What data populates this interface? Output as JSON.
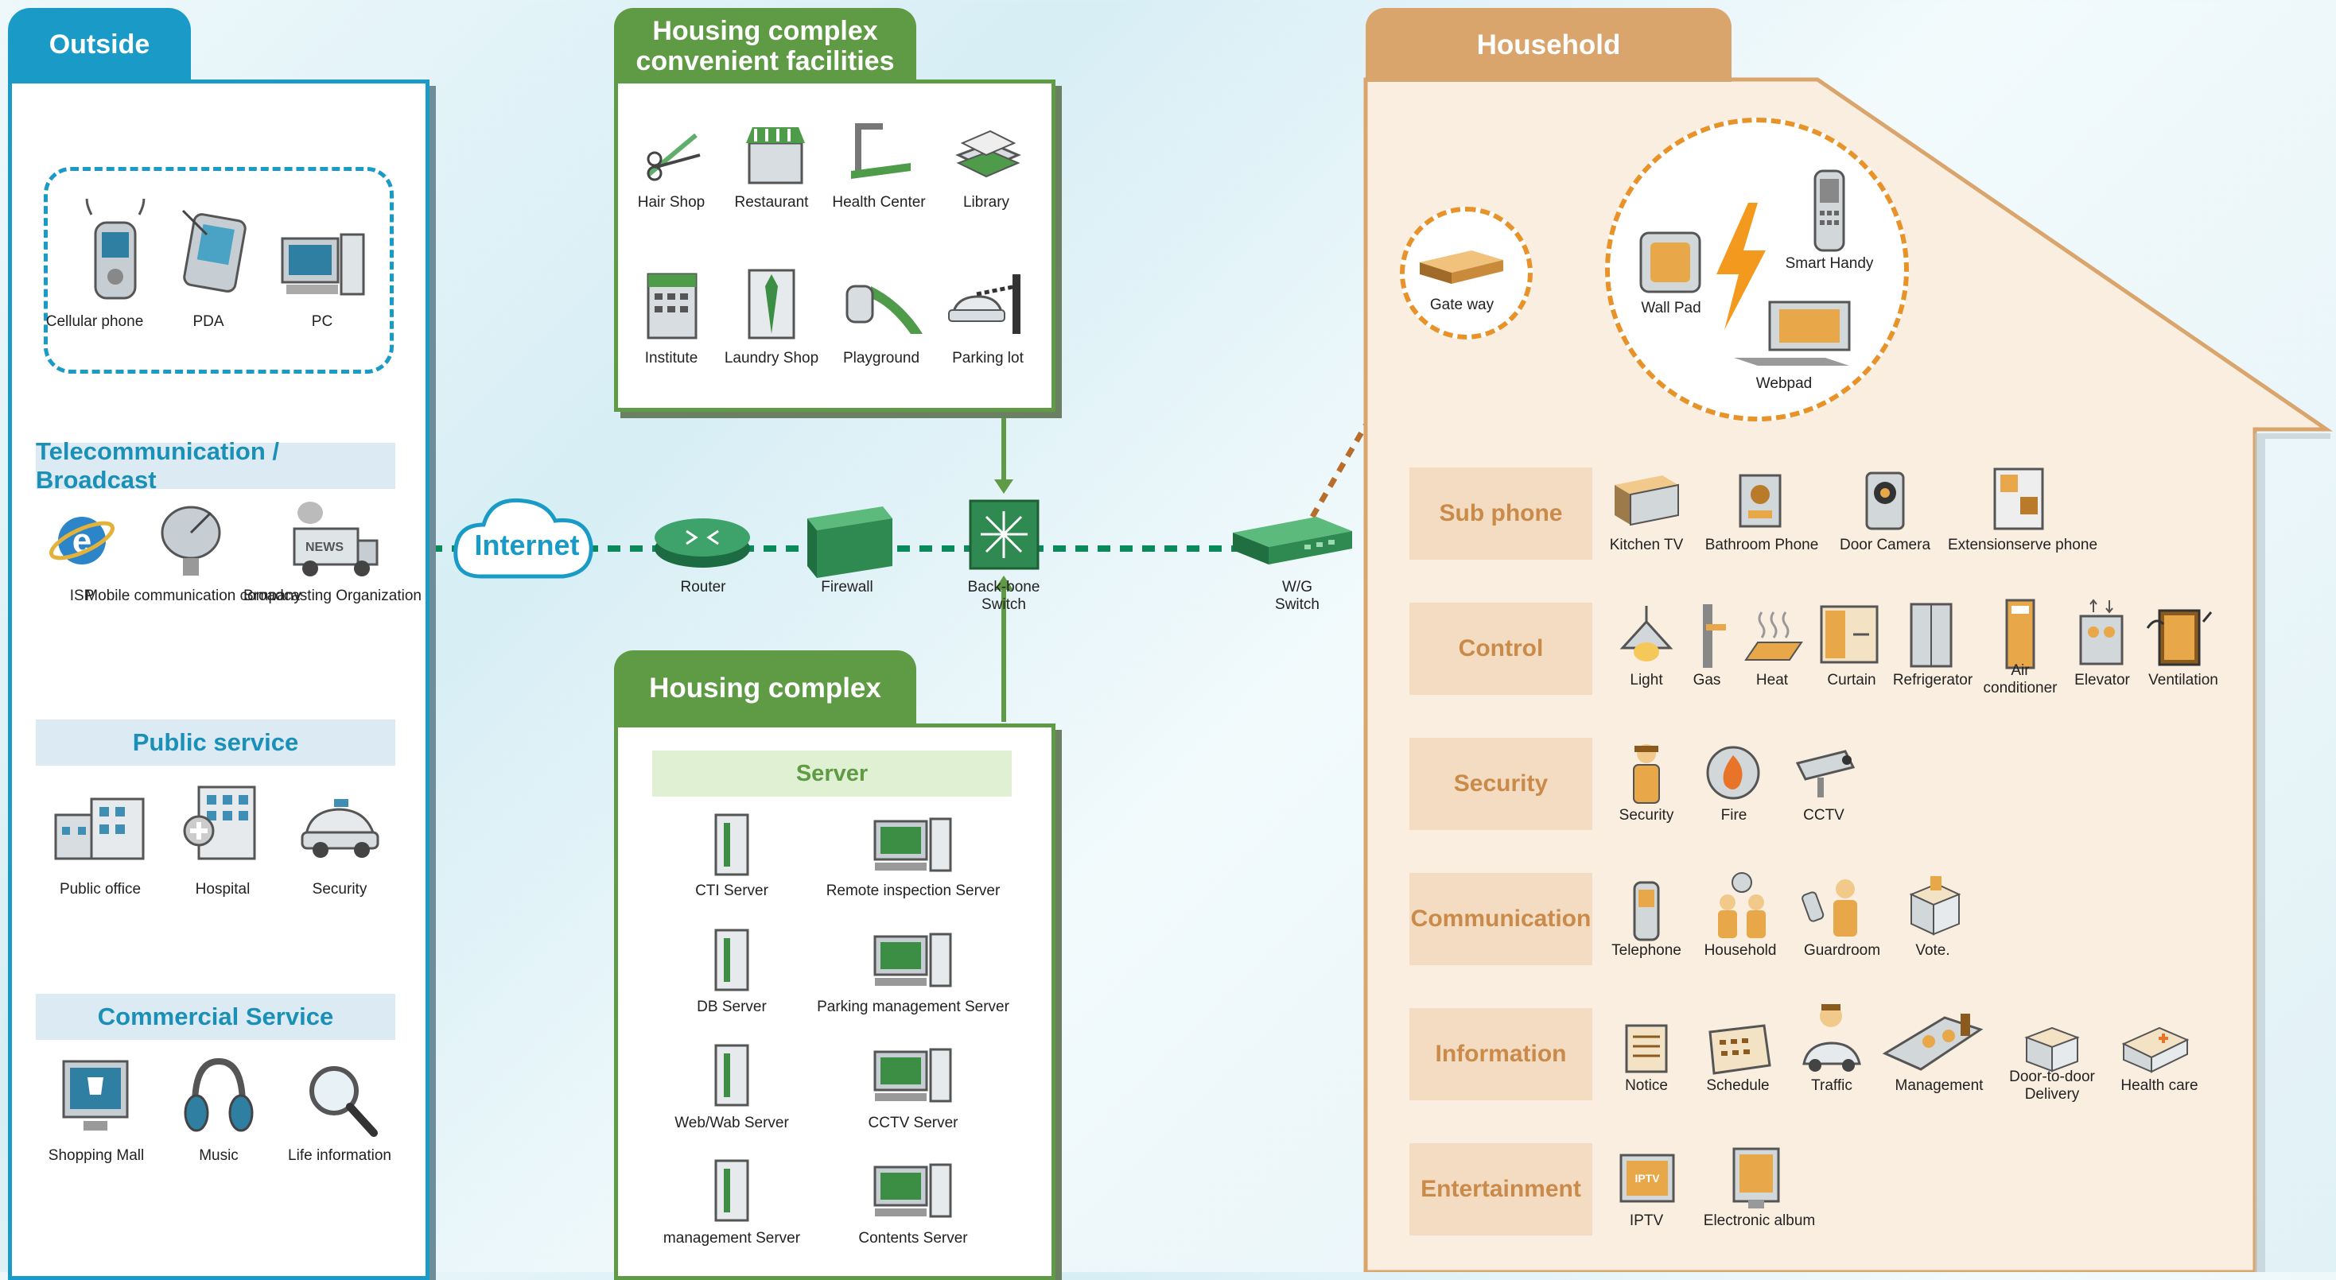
{
  "outside": {
    "title": "Outside",
    "devices": [
      {
        "label": "Cellular phone"
      },
      {
        "label": "PDA"
      },
      {
        "label": "PC"
      }
    ],
    "telecom": {
      "title": "Telecommunication / Broadcast",
      "items": [
        {
          "label": "ISP"
        },
        {
          "label": "Mobile communication company"
        },
        {
          "label": "Broadcasting Organization"
        }
      ]
    },
    "public_service": {
      "title": "Public service",
      "items": [
        {
          "label": "Public office"
        },
        {
          "label": "Hospital"
        },
        {
          "label": "Security"
        }
      ]
    },
    "commercial": {
      "title": "Commercial Service",
      "items": [
        {
          "label": "Shopping Mall"
        },
        {
          "label": "Music"
        },
        {
          "label": "Life information"
        }
      ]
    }
  },
  "network": {
    "internet": "Internet",
    "router": "Router",
    "firewall": "Firewall",
    "backbone": "Back-bone Switch",
    "wg_switch": "W/G Switch"
  },
  "facilities": {
    "title": "Housing complex convenient facilities",
    "items": [
      {
        "label": "Hair Shop"
      },
      {
        "label": "Restaurant"
      },
      {
        "label": "Health Center"
      },
      {
        "label": "Library"
      },
      {
        "label": "Institute"
      },
      {
        "label": "Laundry Shop"
      },
      {
        "label": "Playground"
      },
      {
        "label": "Parking lot"
      }
    ]
  },
  "complex": {
    "title": "Housing complex",
    "server_header": "Server",
    "servers": [
      {
        "label": "CTI Server"
      },
      {
        "label": "Remote inspection Server"
      },
      {
        "label": "DB Server"
      },
      {
        "label": "Parking management Server"
      },
      {
        "label": "Web/Wab Server"
      },
      {
        "label": "CCTV Server"
      },
      {
        "label": "management Server"
      },
      {
        "label": "Contents Server"
      }
    ]
  },
  "household": {
    "title": "Household",
    "gateway": "Gate way",
    "wallpad": "Wall Pad",
    "smart_handy": "Smart Handy",
    "webpad": "Webpad",
    "categories": [
      {
        "name": "Sub phone",
        "items": [
          "Kitchen TV",
          "Bathroom Phone",
          "Door Camera",
          "Extensionserve phone"
        ]
      },
      {
        "name": "Control",
        "items": [
          "Light",
          "Gas",
          "Heat",
          "Curtain",
          "Refrigerator",
          "Air conditioner",
          "Elevator",
          "Ventilation"
        ]
      },
      {
        "name": "Security",
        "items": [
          "Security",
          "Fire",
          "CCTV"
        ]
      },
      {
        "name": "Communication",
        "items": [
          "Telephone",
          "Household",
          "Guardroom",
          "Vote."
        ]
      },
      {
        "name": "Information",
        "items": [
          "Notice",
          "Schedule",
          "Traffic",
          "Management",
          "Door-to-door Delivery",
          "Health care"
        ]
      },
      {
        "name": "Entertainment",
        "items": [
          "IPTV",
          "Electronic album"
        ]
      }
    ]
  },
  "colors": {
    "outside": "#1a9bc7",
    "facilities": "#5f9a45",
    "household": "#d9a56c",
    "link": "#0a8a5a"
  }
}
